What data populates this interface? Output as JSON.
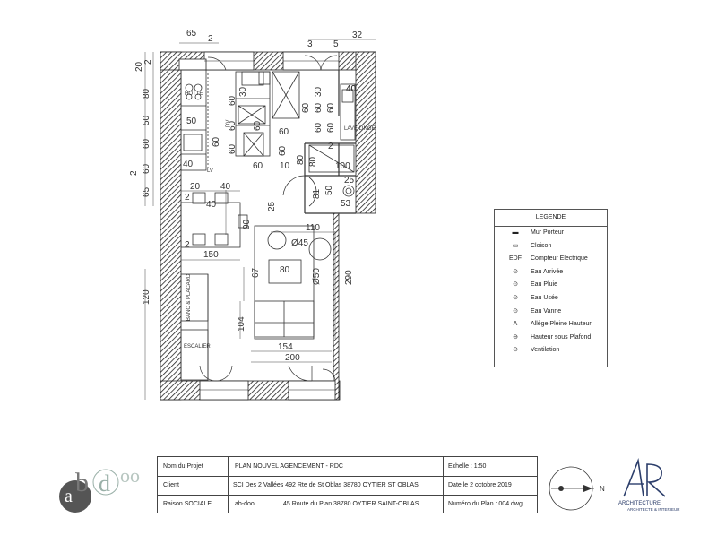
{
  "plan": {
    "dims_top": [
      "65",
      "2",
      "3",
      "5",
      "32"
    ],
    "dims_left": [
      "20",
      "2",
      "80",
      "50",
      "60",
      "60",
      "2",
      "65",
      "120"
    ],
    "dims_interior": [
      "30",
      "60",
      "60",
      "60",
      "60",
      "30",
      "60",
      "60",
      "60",
      "60",
      "60",
      "60",
      "40",
      "60",
      "60",
      "60",
      "10",
      "80",
      "80",
      "2",
      "100",
      "81",
      "50",
      "25",
      "53",
      "20",
      "40",
      "2",
      "40",
      "90",
      "2",
      "150",
      "25",
      "110",
      "Ø45",
      "67",
      "80",
      "Ø50",
      "290",
      "104",
      "154",
      "200",
      "50",
      "40",
      "40"
    ],
    "labels": {
      "hotte": "HOTTE",
      "lv": "LV",
      "lave_linge": "LAVE LINGE",
      "banc_placard": "BANC & PLACARD",
      "escalier": "ESCALIER",
      "dv": "DV.",
      "dl": "D.L."
    }
  },
  "legend": {
    "title": "LEGENDE",
    "items": [
      {
        "symbol": "▬",
        "label": "Mur Porteur"
      },
      {
        "symbol": "▭",
        "label": "Cloison"
      },
      {
        "symbol": "EDF",
        "label": "Compteur Electrique"
      },
      {
        "symbol": "⊙",
        "label": "Eau Arrivée"
      },
      {
        "symbol": "⊙",
        "label": "Eau Pluie"
      },
      {
        "symbol": "⊙",
        "label": "Eau Usée"
      },
      {
        "symbol": "⊙",
        "label": "Eau Vanne"
      },
      {
        "symbol": "A",
        "label": "Allège Pleine Hauteur"
      },
      {
        "symbol": "⊖",
        "label": "Hauteur sous Plafond"
      },
      {
        "symbol": "⊙",
        "label": "Ventilation"
      }
    ]
  },
  "cartouche": {
    "nom_label": "Nom du Projet",
    "nom_value": "PLAN NOUVEL AGENCEMENT - RDC",
    "echelle": "Echelle : 1:50",
    "client_label": "Client",
    "client_value": "SCI Des 2 Vallées 492 Rte de St Oblas 38780 OYTIER ST OBLAS",
    "date": "Date le 2 octobre 2019",
    "raison_label": "Raison SOCIALE",
    "raison_value": "ab-doo",
    "raison_address": "45 Route du Plan  38780 OYTIER SAINT-OBLAS",
    "numero": "Numéro du Plan : 004.dwg"
  },
  "compass": {
    "north": "N"
  },
  "logo": {
    "text": "abdoo"
  },
  "architect": {
    "line1": "ARCHITECTURE",
    "line2": "ARCHITECTE & INTERIEUR"
  }
}
